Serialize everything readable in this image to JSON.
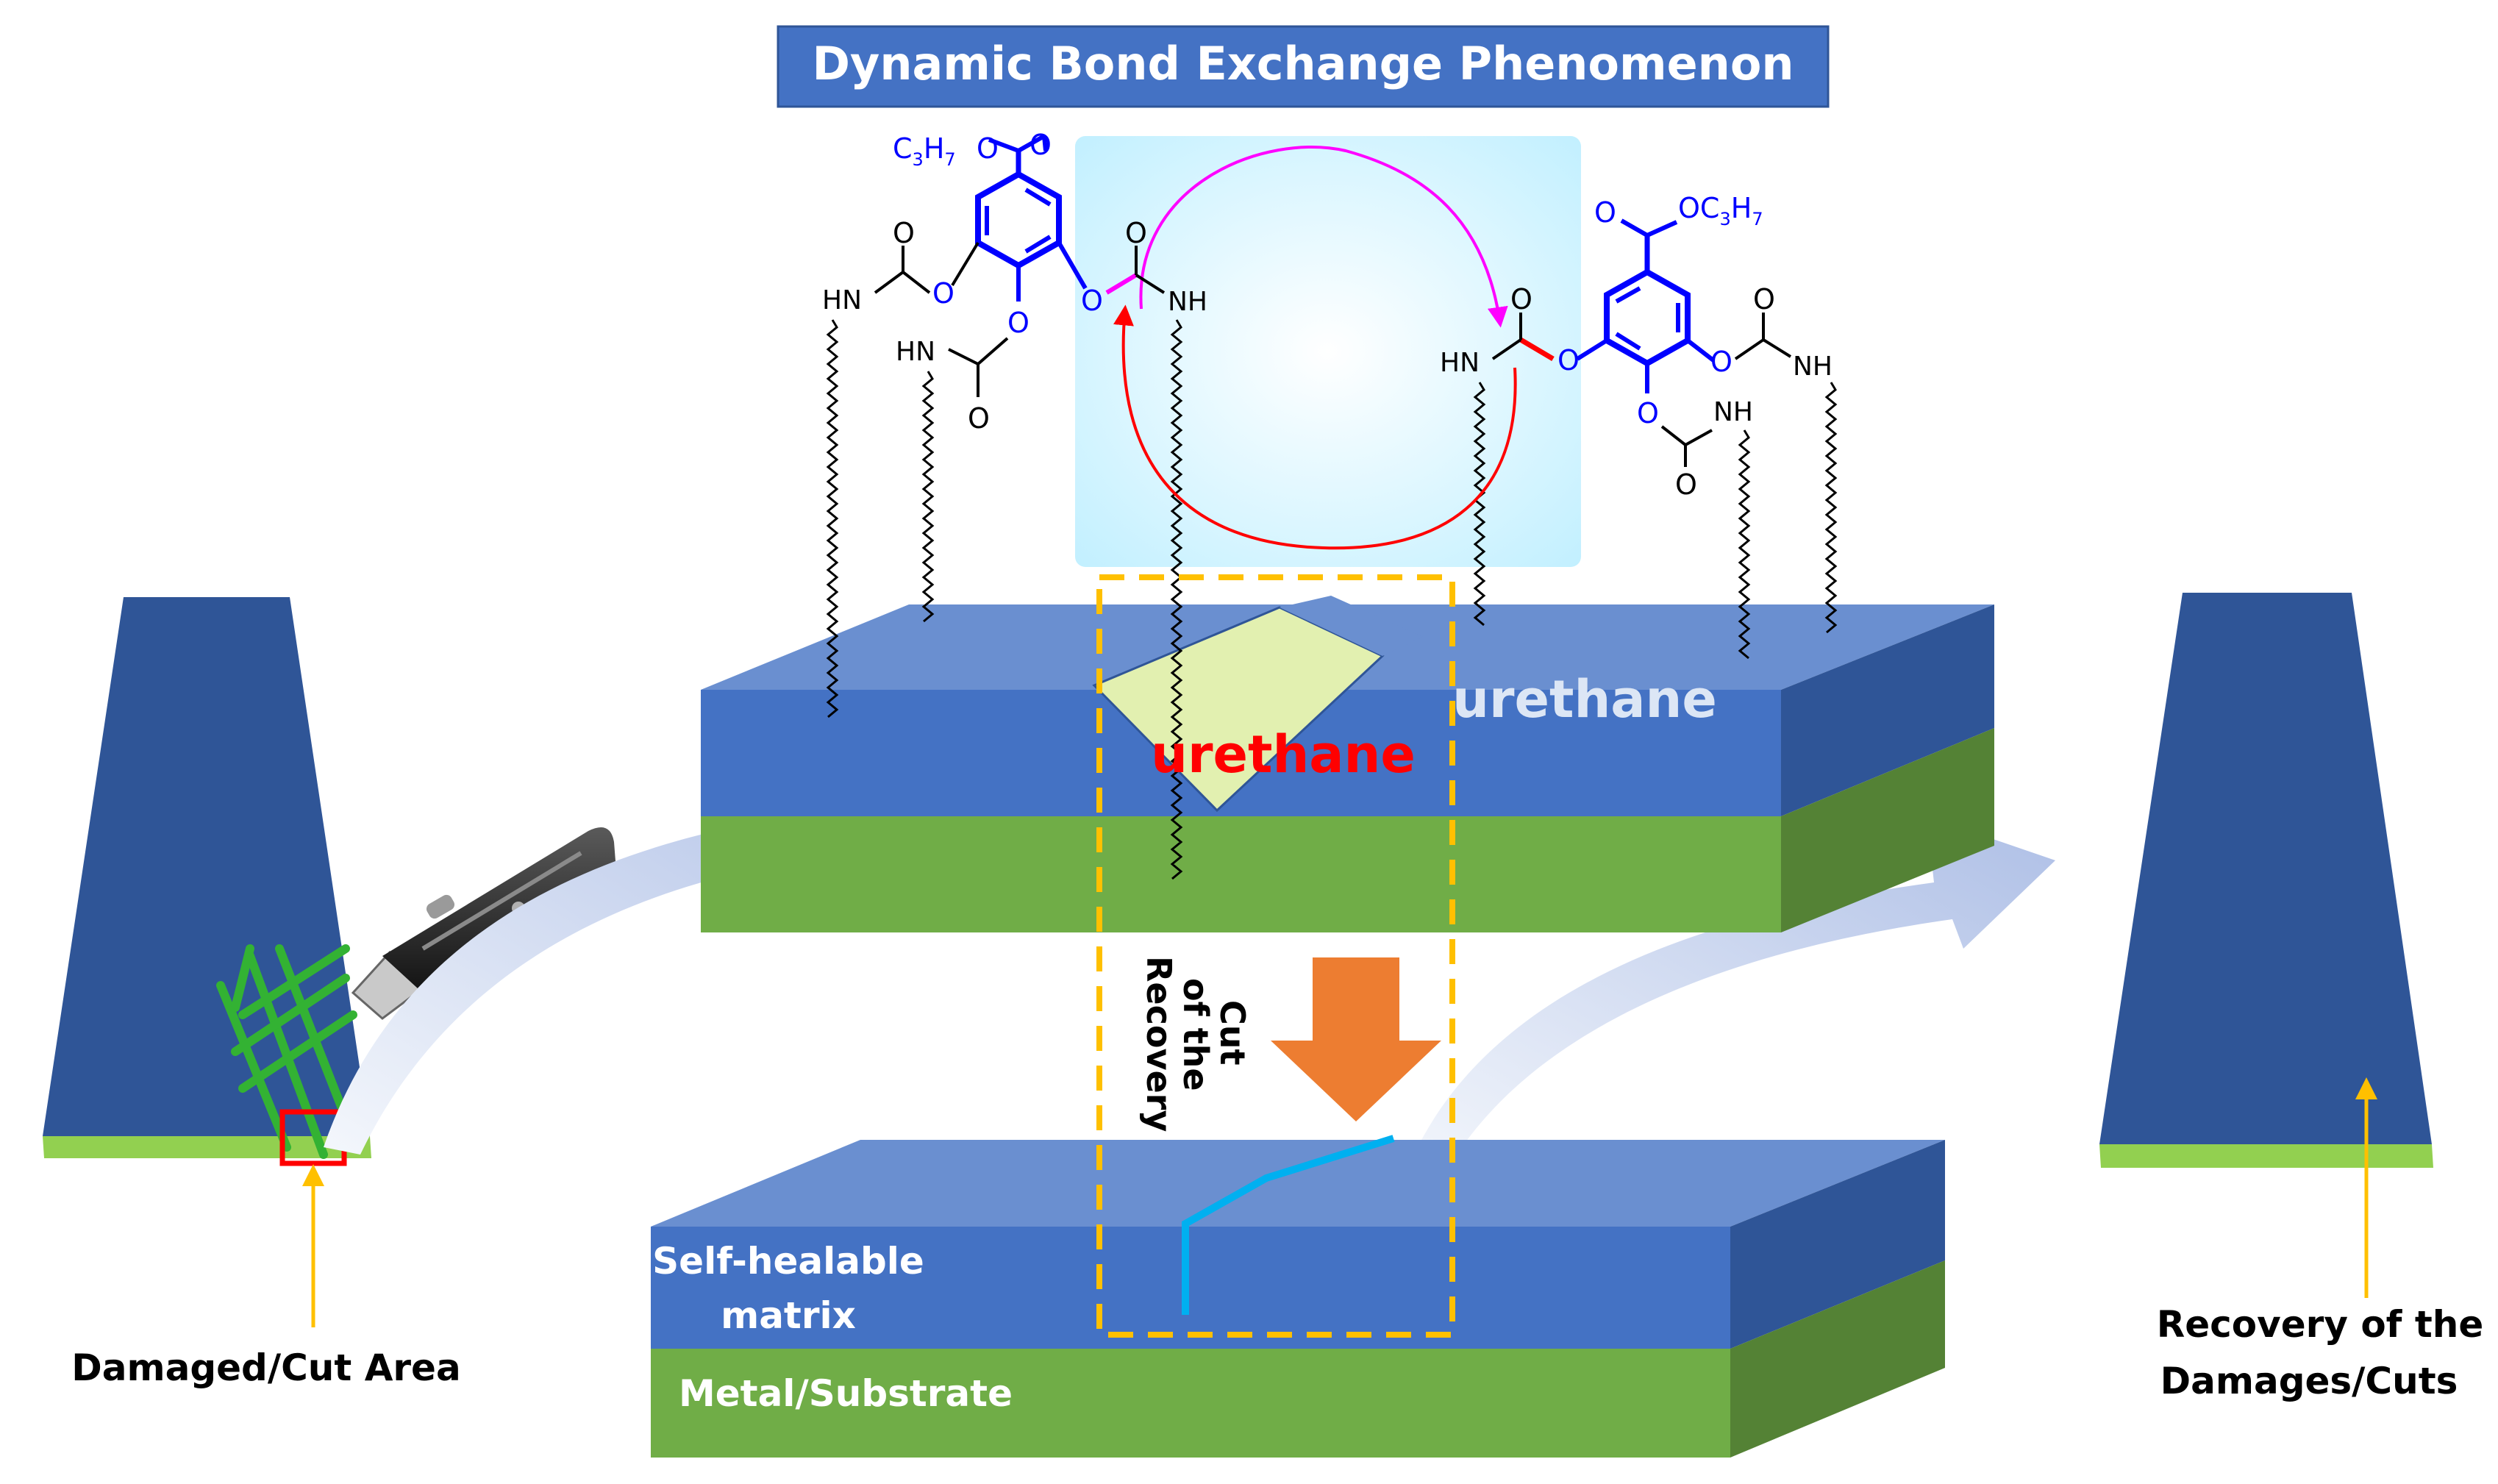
{
  "title": "Dynamic Bond Exchange Phenomenon",
  "labels": {
    "urethane_bond": "urethane",
    "urethane_matrix": "urethane",
    "recovery_cut_line1": "Recovery",
    "recovery_cut_line2": "of the",
    "recovery_cut_line3": "Cut",
    "self_healable_line1": "Self-healable",
    "self_healable_line2": "matrix",
    "metal_substrate": "Metal/Substrate",
    "damaged_area": "Damaged/Cut Area",
    "recovery_damages_line1": "Recovery of the",
    "recovery_damages_line2": "Damages/Cuts"
  },
  "chem": {
    "c3": "C",
    "sub3": "3",
    "h7": "H",
    "sub7": "7",
    "o": "O",
    "oc3": "OC",
    "c": "C",
    "nh": "NH",
    "hn": "HN"
  },
  "colors": {
    "title_bg": "#4472c4",
    "layer_top": "#6a8fd0",
    "layer_front": "#4472c4",
    "layer_side": "#2f5597",
    "substrate_front": "#70ad47",
    "substrate_side": "#548235",
    "panel_blue": "#2f5597",
    "dash_yellow": "#ffc000",
    "arrow_orange": "#ed7d31",
    "bond_red": "#ff0000",
    "ring_blue": "#0000ff",
    "cut_cyan": "#00b0f0",
    "highlight": "#ccffff",
    "wedge": "#e2f0b0"
  }
}
